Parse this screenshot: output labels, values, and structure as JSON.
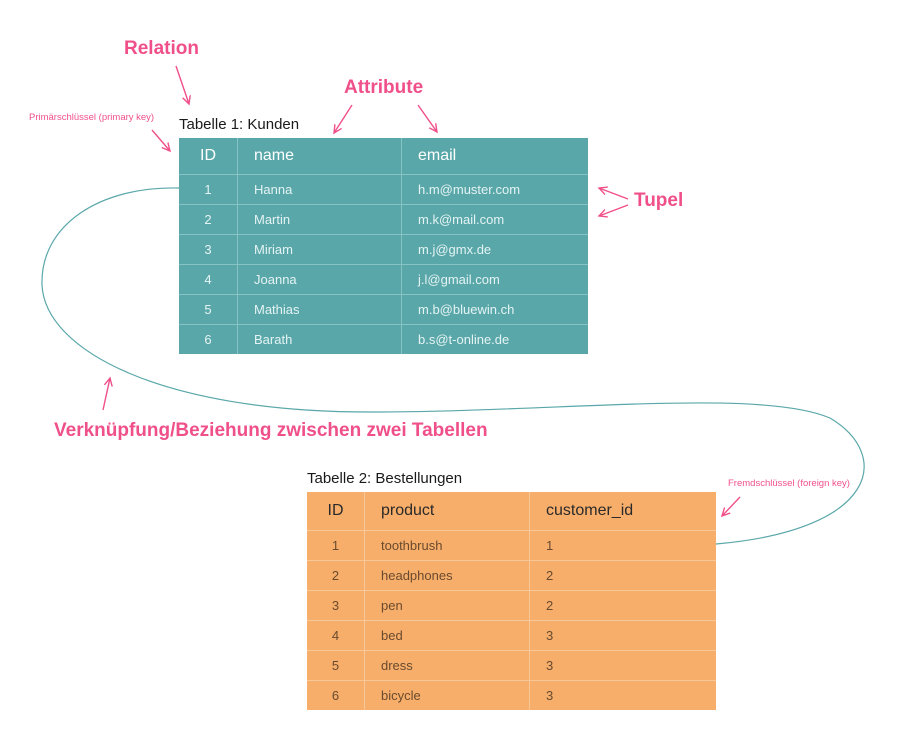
{
  "labels": {
    "relation": "Relation",
    "attribute": "Attribute",
    "primary_key": "Primärschlüssel (primary key)",
    "tupel": "Tupel",
    "relationship": "Verknüpfung/Beziehung zwischen zwei Tabellen",
    "foreign_key": "Fremdschlüssel (foreign key)"
  },
  "table1": {
    "caption": "Tabelle 1: Kunden",
    "headers": [
      "ID",
      "name",
      "email"
    ],
    "rows": [
      [
        "1",
        "Hanna",
        "h.m@muster.com"
      ],
      [
        "2",
        "Martin",
        "m.k@mail.com"
      ],
      [
        "3",
        "Miriam",
        "m.j@gmx.de"
      ],
      [
        "4",
        "Joanna",
        "j.l@gmail.com"
      ],
      [
        "5",
        "Mathias",
        "m.b@bluewin.ch"
      ],
      [
        "6",
        "Barath",
        "b.s@t-online.de"
      ]
    ]
  },
  "table2": {
    "caption": "Tabelle 2: Bestellungen",
    "headers": [
      "ID",
      "product",
      "customer_id"
    ],
    "rows": [
      [
        "1",
        "toothbrush",
        "1"
      ],
      [
        "2",
        "headphones",
        "2"
      ],
      [
        "3",
        "pen",
        "2"
      ],
      [
        "4",
        "bed",
        "3"
      ],
      [
        "5",
        "dress",
        "3"
      ],
      [
        "6",
        "bicycle",
        "3"
      ]
    ]
  },
  "colors": {
    "accent": "#f0508a",
    "table1_bg": "#5aa7a9",
    "table2_bg": "#f6ae6a",
    "connector": "#5aa7a9"
  }
}
